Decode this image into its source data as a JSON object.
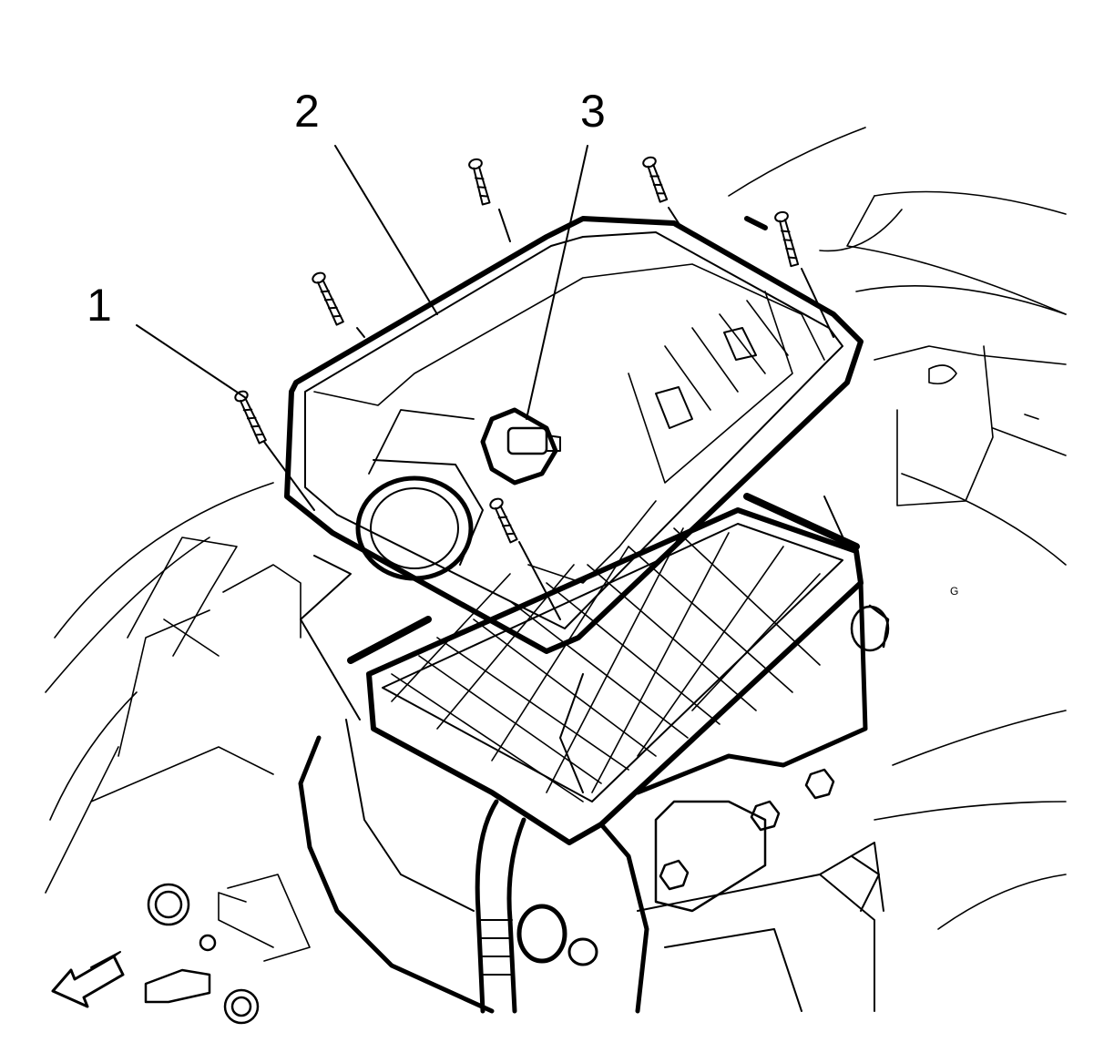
{
  "callouts": [
    {
      "id": "1",
      "label": "1"
    },
    {
      "id": "2",
      "label": "2"
    },
    {
      "id": "3",
      "label": "3"
    }
  ],
  "small_marks": {
    "g": "G"
  },
  "colors": {
    "line": "#000000",
    "background": "#ffffff"
  },
  "icons": {
    "direction_arrow": "front-direction-arrow-icon"
  }
}
